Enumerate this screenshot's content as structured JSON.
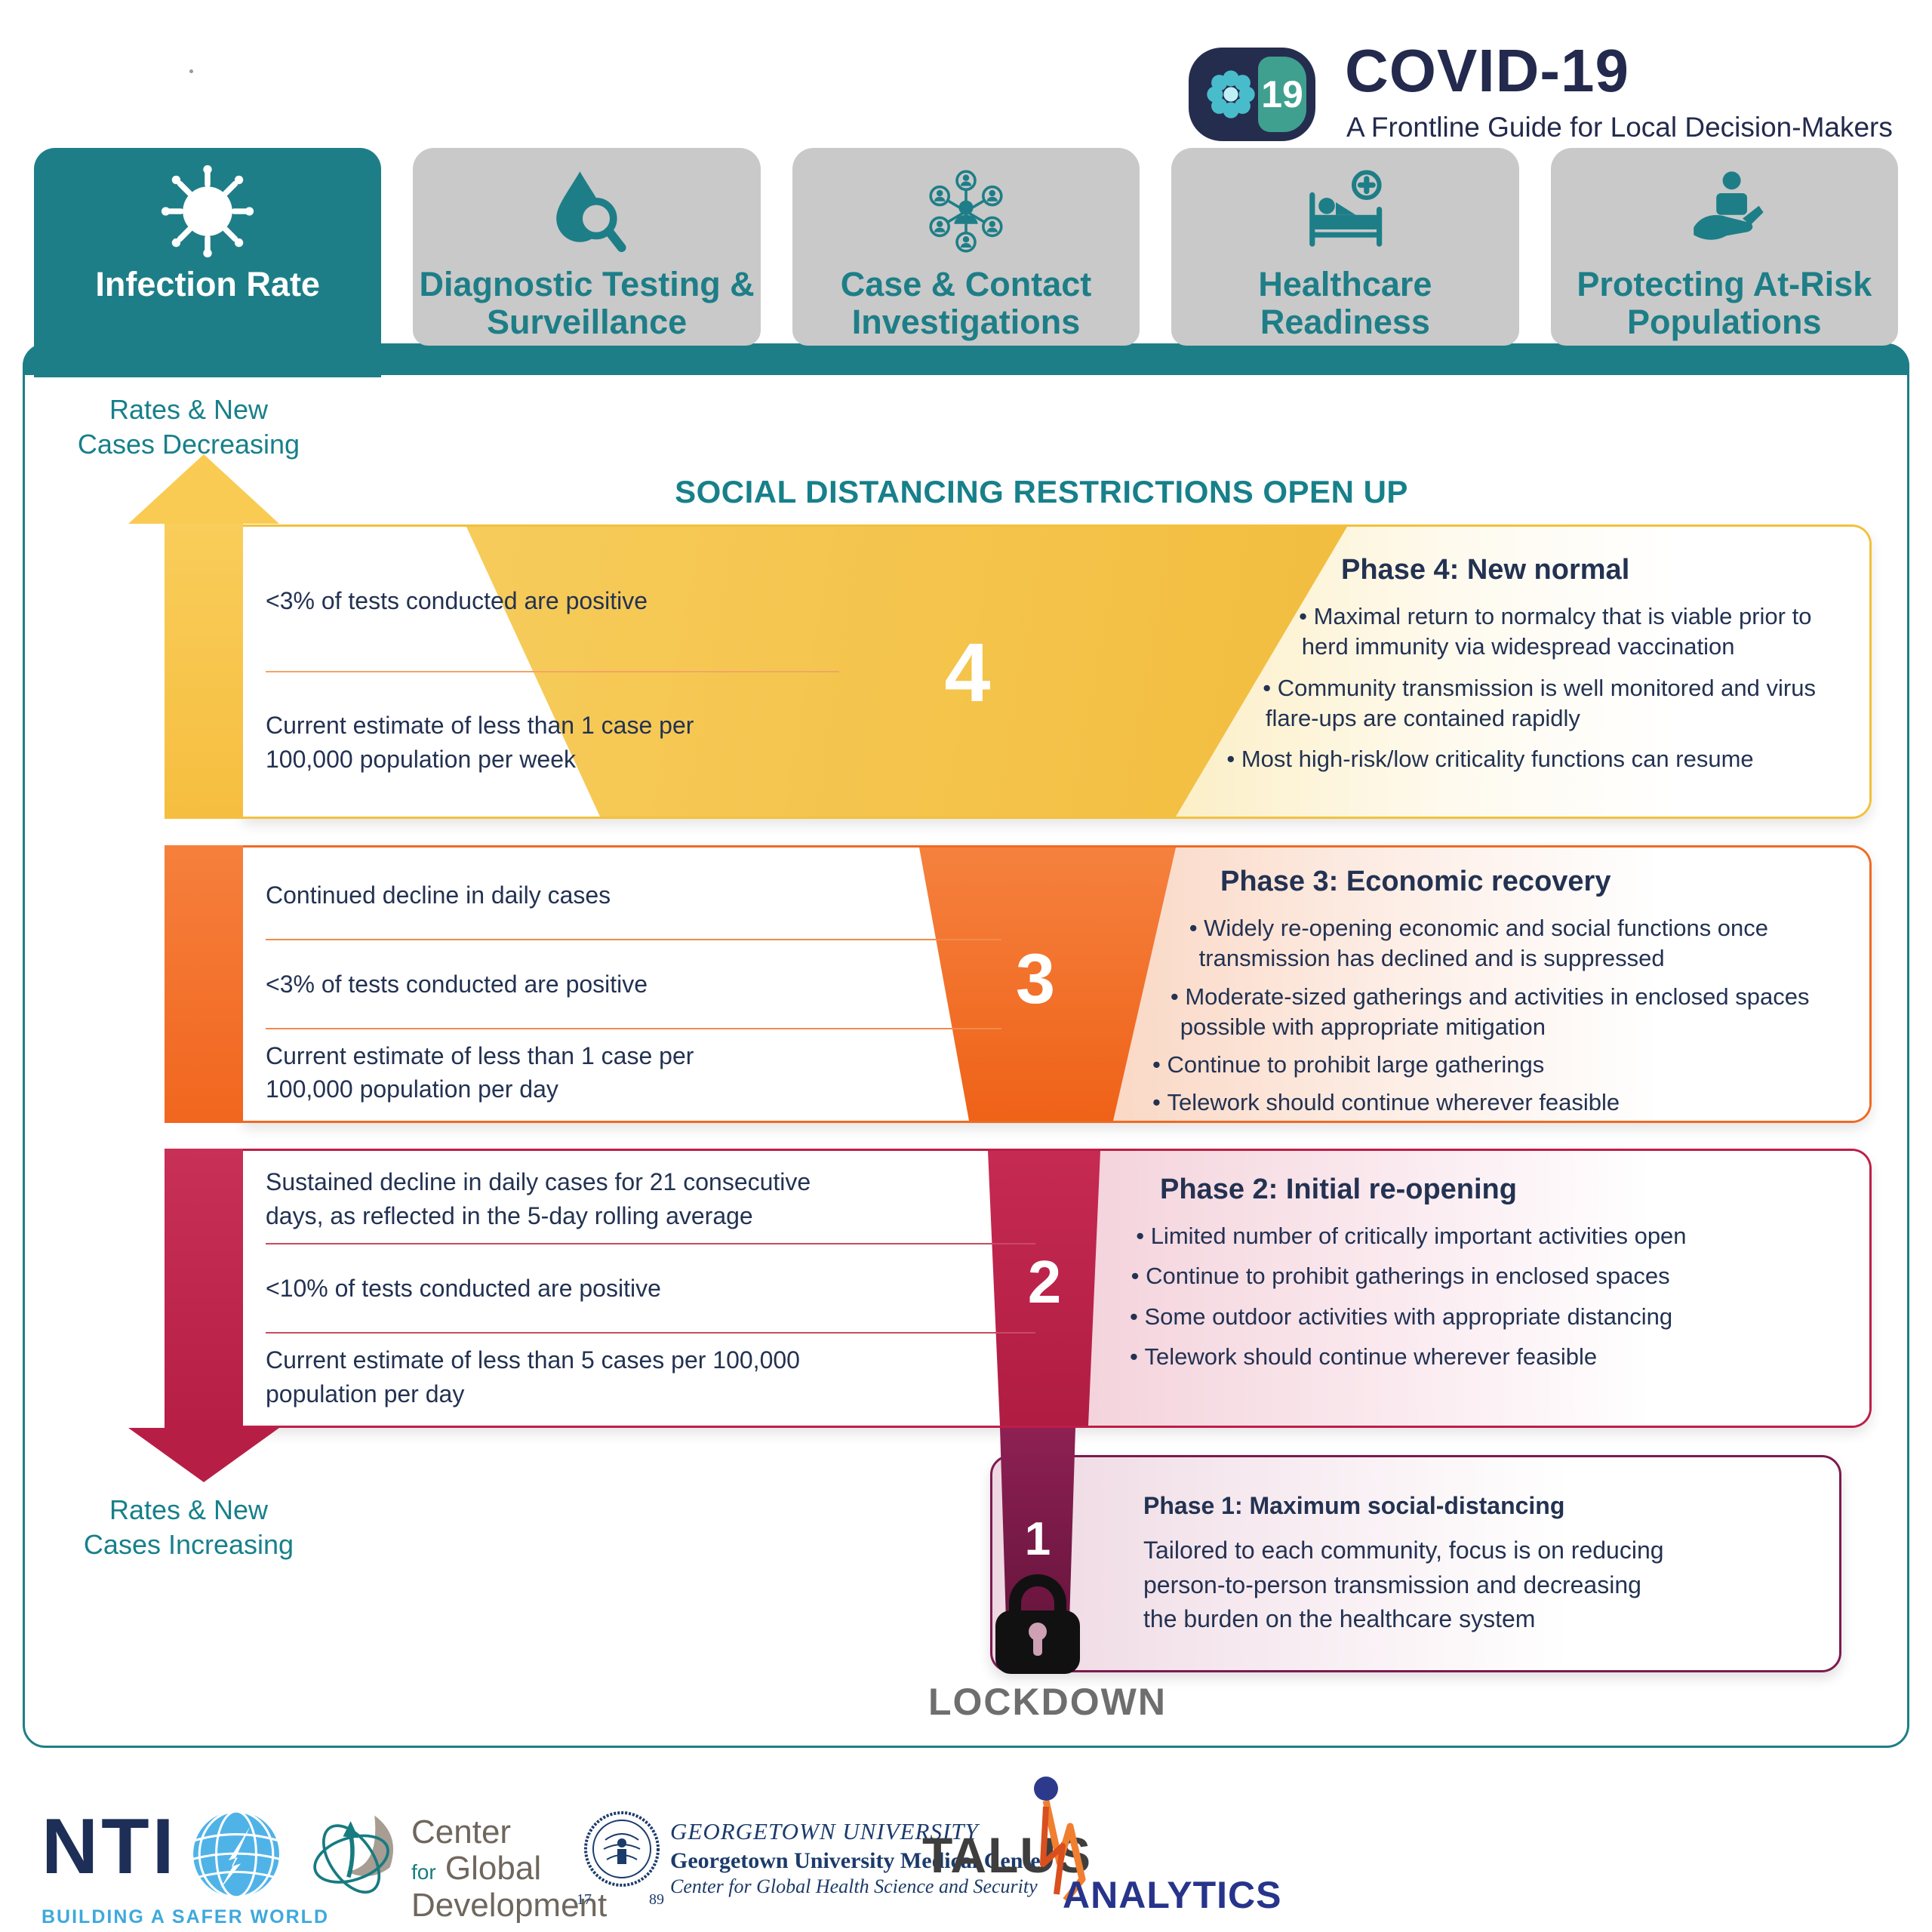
{
  "header": {
    "logo_number": "19",
    "title": "COVID-19",
    "subtitle": "A Frontline Guide for Local Decision-Makers"
  },
  "tabs": [
    {
      "label": "Infection Rate",
      "active": true
    },
    {
      "label": "Diagnostic Testing & Surveillance",
      "active": false
    },
    {
      "label": "Case & Contact Investigations",
      "active": false
    },
    {
      "label": "Healthcare Readiness",
      "active": false
    },
    {
      "label": "Protecting At-Risk Populations",
      "active": false
    }
  ],
  "funnel": {
    "title": "SOCIAL DISTANCING RESTRICTIONS OPEN UP",
    "axis_top_label": "Rates & New\nCases Decreasing",
    "axis_bottom_label": "Rates & New\nCases Increasing",
    "lockdown_label": "LOCKDOWN"
  },
  "phases": [
    {
      "number": "4",
      "title": "Phase 4: New normal",
      "criteria": [
        "<3% of tests conducted are positive",
        "Current estimate of less than 1 case per 100,000 population per week"
      ],
      "bullets": [
        "Maximal return to normalcy that is viable prior to herd immunity via widespread vaccination",
        "Community transmission is well monitored and virus flare-ups are contained rapidly",
        "Most high-risk/low criticality functions can resume"
      ]
    },
    {
      "number": "3",
      "title": "Phase 3: Economic recovery",
      "criteria": [
        "Continued decline in daily cases",
        "<3% of tests conducted are positive",
        "Current estimate of less than 1 case per 100,000 population per day"
      ],
      "bullets": [
        "Widely re-opening economic and social functions once transmission has declined and is suppressed",
        "Moderate-sized gatherings and activities in enclosed spaces possible with appropriate mitigation",
        "Continue to prohibit large gatherings",
        "Telework should continue wherever feasible"
      ]
    },
    {
      "number": "2",
      "title": "Phase 2: Initial re-opening",
      "criteria": [
        "Sustained decline in daily cases for 21 consecutive days, as reflected in the 5-day rolling average",
        "<10% of tests conducted are positive",
        "Current estimate of less than 5 cases per 100,000 population per day"
      ],
      "bullets": [
        "Limited number of critically important activities open",
        "Continue to prohibit gatherings in enclosed spaces",
        "Some outdoor activities with appropriate distancing",
        "Telework should continue wherever feasible"
      ]
    },
    {
      "number": "1",
      "title": "Phase 1: Maximum social-distancing",
      "description": "Tailored to each community, focus is on reducing person-to-person transmission and decreasing the burden on the healthcare system"
    }
  ],
  "colors": {
    "teal": "#1E7E87",
    "navy_text": "#233252",
    "header_navy": "#232A4D",
    "gold": "#F2C13B",
    "orange": "#F06A22",
    "crimson": "#BE1E48",
    "maroon": "#7C1A4F",
    "tab_gray": "#C9C9C9"
  },
  "footer": {
    "nti": {
      "name": "NTI",
      "tagline": "BUILDING A SAFER WORLD"
    },
    "cgd": {
      "line1": "Center",
      "line2_small": "for",
      "line2": "Global",
      "line3": "Development"
    },
    "georgetown": {
      "line1": "GEORGETOWN UNIVERSITY",
      "line2": "Georgetown University Medical Center",
      "line3": "Center for Global Health Science and Security",
      "year_left": "17",
      "year_right": "89"
    },
    "talus": {
      "name": "TALUS",
      "suffix": "ANALYTICS"
    }
  }
}
